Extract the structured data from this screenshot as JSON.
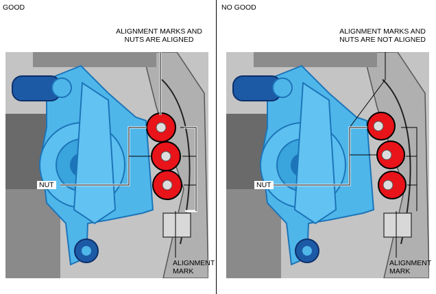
{
  "panels": [
    {
      "title": "GOOD",
      "status_label_line1": "ALIGNMENT MARKS AND",
      "status_label_line2": "NUTS ARE ALIGNED",
      "nut_label": "NUT",
      "mark_label_line1": "ALIGNMENT",
      "mark_label_line2": "MARK",
      "marks_aligned": true
    },
    {
      "title": "NO GOOD",
      "status_label_line1": "ALIGNMENT MARKS AND",
      "status_label_line2": "NUTS ARE NOT ALIGNED",
      "nut_label": "NUT",
      "mark_label_line1": "ALIGNMENT",
      "mark_label_line2": "MARK",
      "marks_aligned": false
    }
  ],
  "colors": {
    "bracket": "#4fb6ea",
    "bracket_dark": "#1d74b8",
    "nut": "#e8141a",
    "background_part": "#9a9a9a",
    "background_dark": "#4a4a4a"
  }
}
